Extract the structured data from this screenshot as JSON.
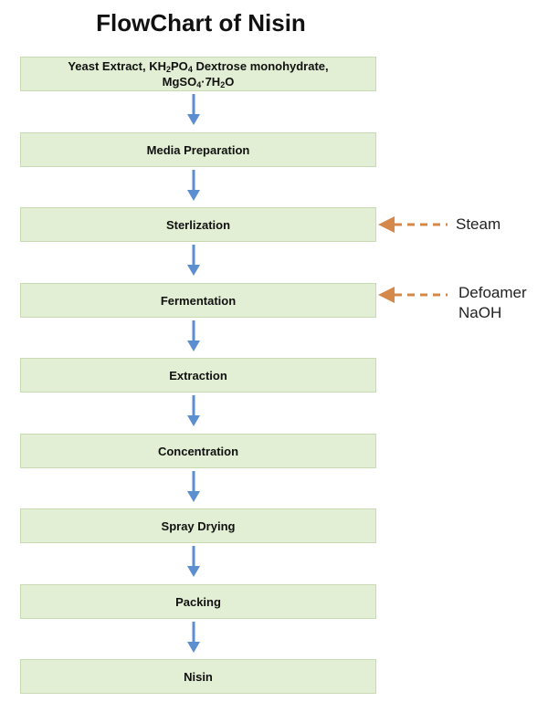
{
  "title": "FlowChart of Nisin",
  "inputs": {
    "line1_a": "Yeast Extract, KH",
    "line1_sub1": "2",
    "line1_b": "PO",
    "line1_sub2": "4",
    "line1_c": " Dextrose monohydrate,",
    "line2_a": "MgSO",
    "line2_sub1": "4",
    "line2_b": "·7H",
    "line2_sub2": "2",
    "line2_c": "O"
  },
  "steps": [
    {
      "label": "Media Preparation"
    },
    {
      "label": "Sterlization"
    },
    {
      "label": "Fermentation"
    },
    {
      "label": "Extraction"
    },
    {
      "label": "Concentration"
    },
    {
      "label": "Spray Drying"
    },
    {
      "label": "Packing"
    },
    {
      "label": "Nisin"
    }
  ],
  "side_inputs": {
    "steam": "Steam",
    "defoamer": "Defoamer",
    "naoh": "NaOH"
  },
  "colors": {
    "box_fill": "#e2efd4",
    "down_arrow": "#5b8fd0",
    "side_arrow": "#d4884a"
  }
}
